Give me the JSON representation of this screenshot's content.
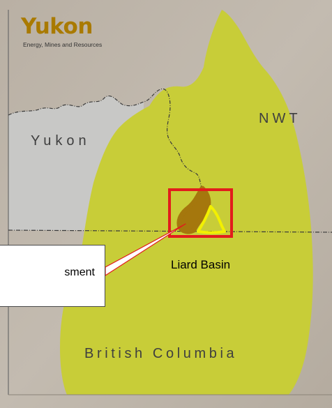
{
  "logo": {
    "wordmark": "Yukon",
    "tagline": "Energy, Mines and Resources"
  },
  "map": {
    "regions": {
      "yukon": "Yukon",
      "nwt": "NWT",
      "bc": "British Columbia"
    },
    "basin_label": "Liard Basin",
    "callout": {
      "text": "sment"
    },
    "colors": {
      "background": "#bfb6aa",
      "yukon_land": "#c8c8c6",
      "basin_fill": "#c8cd38",
      "assessment_area": "#a5770d",
      "assessment_outline": "#f2f000",
      "highlight_box": "#e21c1c",
      "logo": "#a97a00"
    }
  }
}
